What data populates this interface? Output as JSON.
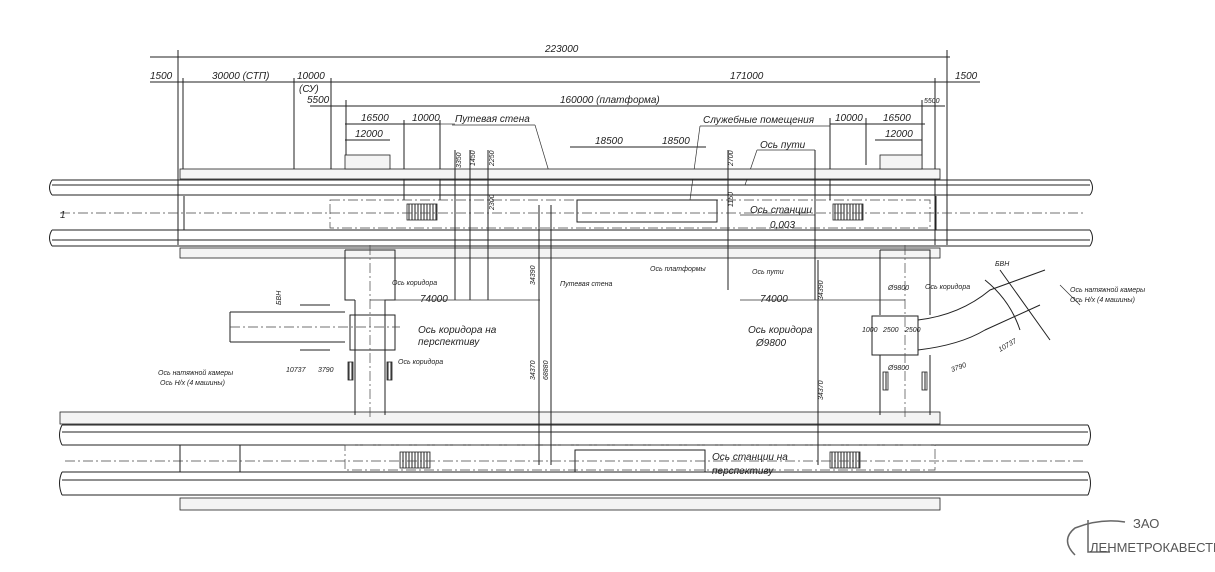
{
  "dimensions": {
    "total": "223000",
    "left_end": "1500",
    "stp": "30000 (СТП)",
    "su_top": "10000",
    "su_bottom": "(СУ)",
    "main": "171000",
    "right_end": "1500",
    "left_5500": "5500",
    "platform": "160000 (платформа)",
    "right_5500": "5500",
    "left_16500": "16500",
    "left_10000": "10000",
    "left_12000": "12000",
    "mid_18500_a": "18500",
    "mid_18500_b": "18500",
    "right_10000": "10000",
    "right_16500": "16500",
    "right_12000": "12000",
    "v_3350": "3350",
    "v_1450": "1450",
    "v_2250": "2250",
    "v_2700": "2700",
    "v_1150": "1150",
    "v_2300": "2300",
    "v_34390_a": "34390",
    "v_34390_b": "34390",
    "v_34370_a": "34370",
    "v_34370_b": "34370",
    "v_68880": "68880",
    "span_left": "74000",
    "span_right": "74000",
    "d_9800_top": "Ø9800",
    "d_9800_bot": "Ø9800",
    "d_2500_a": "2500",
    "d_2500_b": "2500",
    "d_1000": "1000",
    "left_10737": "10737",
    "left_3790": "3790",
    "right_10737": "10737",
    "right_3790": "3790"
  },
  "labels": {
    "track_wall_top": "Путевая стена",
    "service_rooms": "Служебные помещения",
    "track_axis_top": "Ось пути",
    "station_axis": "Ось станции",
    "slope": "0,003",
    "track_wall_mid": "Путевая стена",
    "platform_axis": "Ось платформы",
    "track_axis_mid": "Ось пути",
    "corridor_axis_left_top": "Ось коридора",
    "corridor_future_1": "Ось коридора на",
    "corridor_future_2": "перспективу",
    "corridor_axis_left_bot": "Ось коридора",
    "corridor_axis_right_top": "Ось коридора",
    "corridor_axis_right_mid": "Ось коридора",
    "corridor_diam": "Ø9800",
    "station_future_1": "Ось станции на",
    "station_future_2": "перспективу",
    "bvn_left": "БВН",
    "bvn_right": "БВН",
    "tension_left_1": "Ось натяжной камеры",
    "tension_left_2": "Ось Н/х (4 машины)",
    "tension_right_1": "Ось натяжной камеры",
    "tension_right_2": "Ось Н/х (4 машины)",
    "section_mark": "1"
  },
  "logo": {
    "line1": "ЗАО",
    "line2": "ЛЕНМЕТРОКАВЕСТРАНС"
  }
}
